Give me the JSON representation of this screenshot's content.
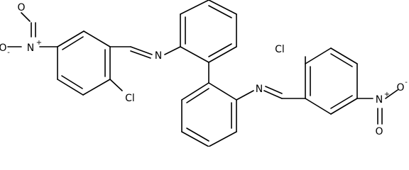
{
  "molecule": {
    "atoms": {
      "nitro_left_o_minus": "O",
      "nitro_left_o_minus_charge": "-",
      "nitro_left_n": "N",
      "nitro_left_n_charge": "+",
      "nitro_left_o_double": "O",
      "imine_left_n": "N",
      "chloro_left": "Cl",
      "imine_right_n": "N",
      "chloro_right": "Cl",
      "nitro_right_n": "N",
      "nitro_right_n_charge": "+",
      "nitro_right_o_minus": "O",
      "nitro_right_o_minus_charge": "-",
      "nitro_right_o_double": "O"
    }
  }
}
